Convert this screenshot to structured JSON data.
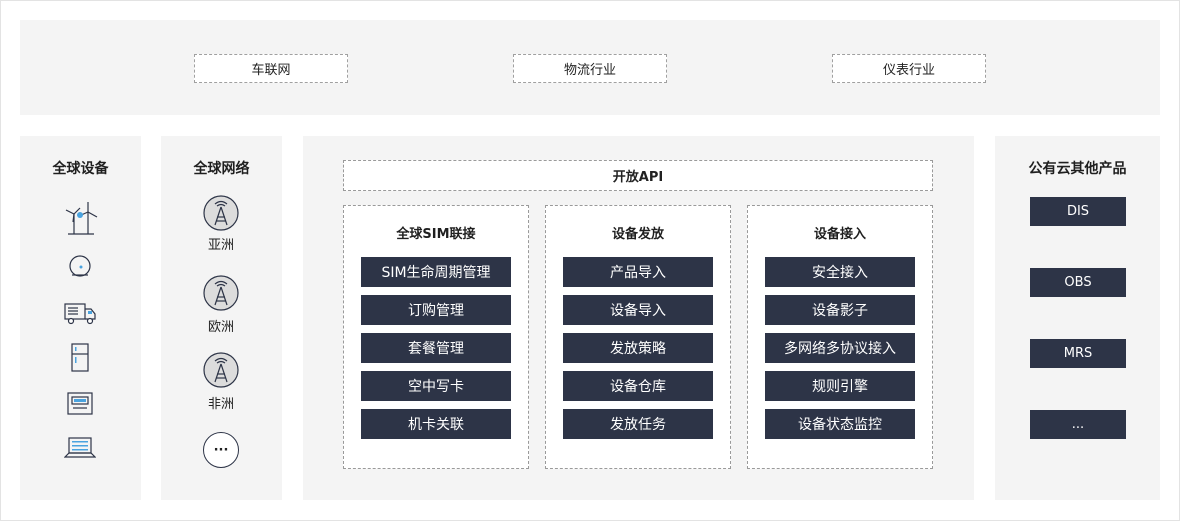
{
  "industries": [
    "车联网",
    "物流行业",
    "仪表行业"
  ],
  "devices": {
    "title": "全球设备",
    "icons": [
      "wind-turbine-icon",
      "smoke-detector-icon",
      "delivery-truck-icon",
      "refrigerator-icon",
      "meter-icon",
      "laptop-icon"
    ]
  },
  "network": {
    "title": "全球网络",
    "regions": [
      "亚洲",
      "欧洲",
      "非洲"
    ],
    "more": "···"
  },
  "api": {
    "title": "开放API"
  },
  "modules": [
    {
      "title": "全球SIM联接",
      "items": [
        "SIM生命周期管理",
        "订购管理",
        "套餐管理",
        "空中写卡",
        "机卡关联"
      ]
    },
    {
      "title": "设备发放",
      "items": [
        "产品导入",
        "设备导入",
        "发放策略",
        "设备仓库",
        "发放任务"
      ]
    },
    {
      "title": "设备接入",
      "items": [
        "安全接入",
        "设备影子",
        "多网络多协议接入",
        "规则引擎",
        "设备状态监控"
      ]
    }
  ],
  "cloud": {
    "title": "公有云其他产品",
    "items": [
      "DIS",
      "OBS",
      "MRS",
      "..."
    ]
  },
  "colors": {
    "panel": "#f4f4f4",
    "button": "#2d3447",
    "dash": "#9a9a9a"
  }
}
